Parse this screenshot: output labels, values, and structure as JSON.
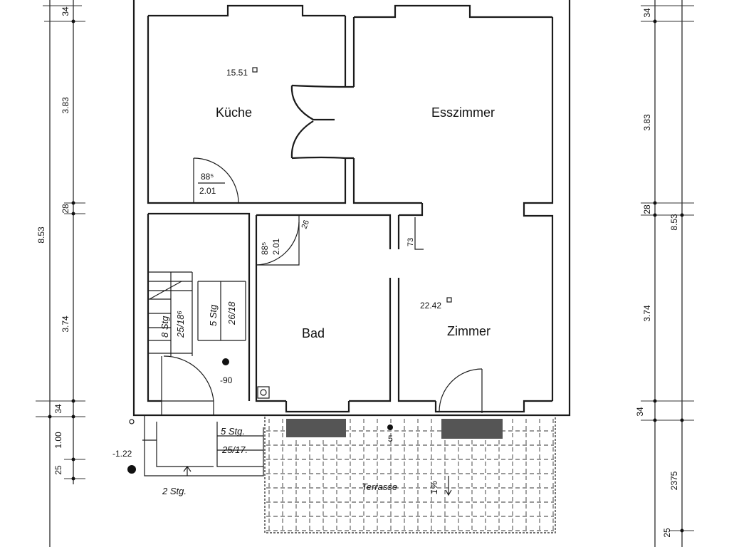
{
  "rooms": {
    "kueche": {
      "label": "Küche",
      "area": "15.51"
    },
    "esszimmer": {
      "label": "Esszimmer"
    },
    "bad": {
      "label": "Bad"
    },
    "zimmer": {
      "label": "Zimmer",
      "area": "22.42"
    },
    "terrasse": {
      "label": "Terrasse",
      "slope": "1%"
    }
  },
  "doors": {
    "kueche_door": {
      "width": "88⁵",
      "height": "2.01"
    },
    "bad_door": {
      "width": "88⁵",
      "height": "2.01"
    }
  },
  "stairs": {
    "main": {
      "count": "8 Stg",
      "ratio": "25/18⁶"
    },
    "upper": {
      "count": "5 Stg",
      "ratio": "26/18"
    },
    "outside": {
      "count": "5 Stg.",
      "ratio": "25/17."
    },
    "entry": {
      "count": "2 Stg."
    }
  },
  "levels": {
    "cellar": "-90",
    "outside": "-1.22",
    "terrace": "5"
  },
  "misc": {
    "wall_note": "26",
    "bath_notch": "73"
  },
  "dimensions_left": {
    "total": "8.53",
    "segments": [
      "34",
      "3.83",
      "28",
      "3.74",
      "34",
      "1.00",
      "25"
    ]
  },
  "dimensions_right": {
    "total": "8.53",
    "segments": [
      "34",
      "3.83",
      "28",
      "3.74",
      "34"
    ],
    "terrace_total": "2375",
    "bottom": "25"
  },
  "colors": {
    "ink": "#1a1a1a",
    "background": "#ffffff"
  }
}
